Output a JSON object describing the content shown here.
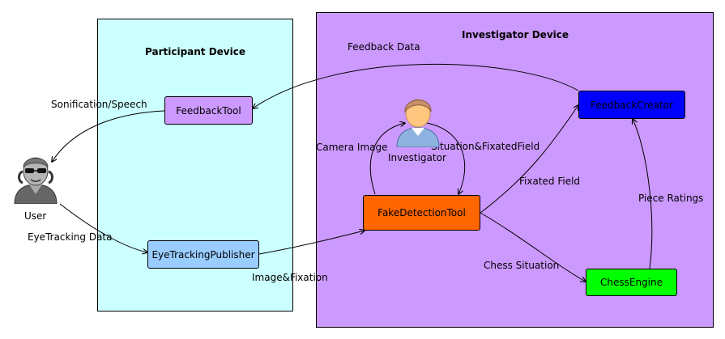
{
  "regions": {
    "participant": {
      "title": "Participant Device",
      "fill": "#ccffff"
    },
    "investigator": {
      "title": "Investigator Device",
      "fill": "#cc99ff"
    }
  },
  "actors": {
    "user": {
      "label": "User"
    },
    "investigator": {
      "label": "Investigator"
    }
  },
  "nodes": {
    "feedback_tool": {
      "label": "FeedbackTool",
      "fill": "#cc99ff"
    },
    "eye_tracking_publisher": {
      "label": "EyeTrackingPublisher",
      "fill": "#99ccff"
    },
    "fake_detection_tool": {
      "label": "FakeDetectionTool",
      "fill": "#ff6600"
    },
    "feedback_creator": {
      "label": "FeedbackCreator",
      "fill": "#0000ff"
    },
    "chess_engine": {
      "label": "ChessEngine",
      "fill": "#00ff00"
    }
  },
  "edges": {
    "feedback_data": "Feedback Data",
    "sonification_speech": "Sonification/Speech",
    "eye_tracking_data": "EyeTracking Data",
    "image_fixation": "Image&Fixation",
    "camera_image": "Camera Image",
    "situation_fixated_field": "Situation&FixatedField",
    "fixated_field": "Fixated Field",
    "chess_situation": "Chess Situation",
    "piece_ratings": "Piece Ratings"
  }
}
